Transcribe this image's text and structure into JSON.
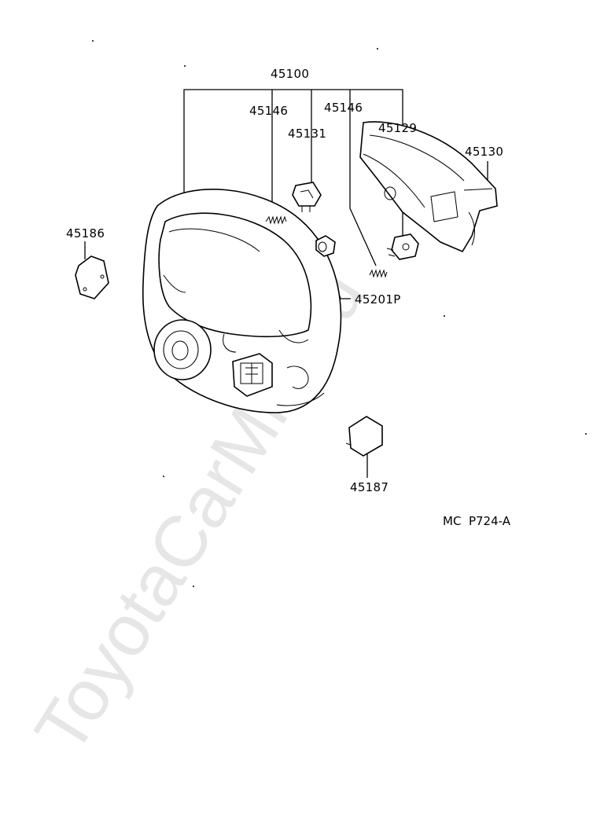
{
  "diagram": {
    "watermark": "ToyotaCarMint.ru",
    "figure_code": "MC  P724-A",
    "callouts": {
      "steering_wheel_assy": "45100",
      "spring_left": "45146",
      "spring_right": "45146",
      "bracket": "45131",
      "bracket_right": "45129",
      "pad_cover": "45130",
      "cover_left": "45186",
      "nut": "45201P",
      "cover_lower": "45187"
    }
  }
}
